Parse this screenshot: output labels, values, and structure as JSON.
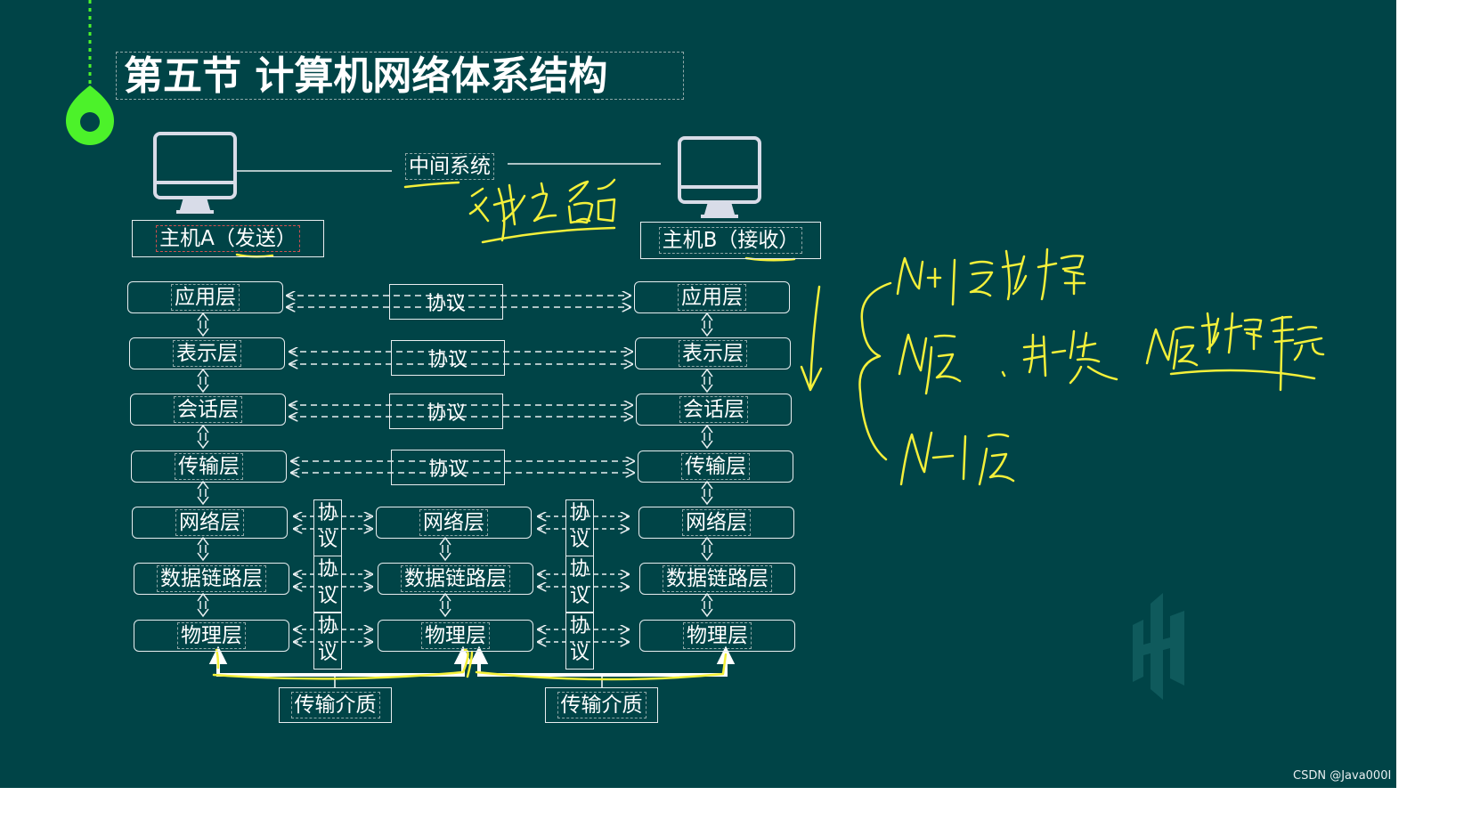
{
  "title": "第五节  计算机网络体系结构",
  "intermediate_system": "中间系统",
  "host_a": "主机A（发送）",
  "host_b": "主机B（接收）",
  "layers": [
    "应用层",
    "表示层",
    "会话层",
    "传输层",
    "网络层",
    "数据链路层",
    "物理层"
  ],
  "protocol_label": "协议",
  "protocol_vertical": [
    "协",
    "议"
  ],
  "medium_label": "传输介质",
  "colors": {
    "background": "#004447",
    "accent_green": "#4cf22a",
    "handwriting_yellow": "#f4f03a",
    "line": "#e8eef0"
  },
  "watermark": "CSDN @Java000I",
  "annotations": [
    "交换设备",
    "N+1层数据",
    "N层、封装",
    "N层数据单元",
    "N-1层"
  ]
}
